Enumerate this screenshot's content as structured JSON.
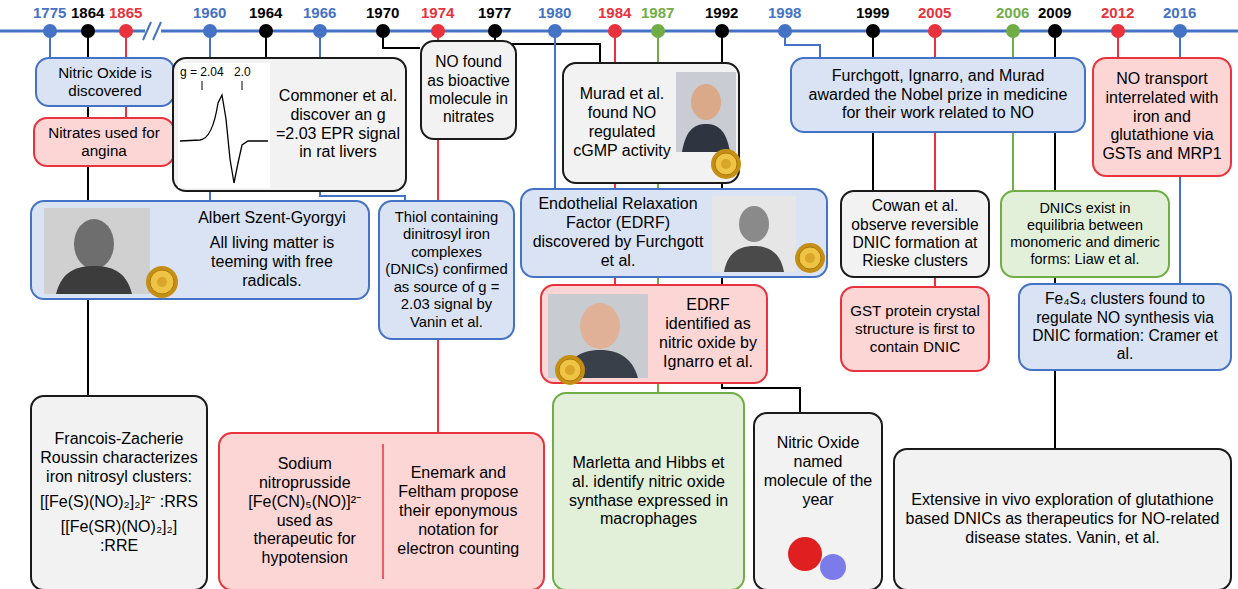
{
  "diagram": {
    "nodes": [
      {
        "text": [
          "Nitric Oxide is discovered"
        ]
      },
      {
        "text": [
          "Nitrates used for angina"
        ]
      },
      {
        "text": [
          "Commoner et al. discover an g =2.03 EPR signal in rat livers"
        ]
      },
      {
        "text": [
          "Albert Szent-Gyorgyi",
          "All living matter is teeming with free radicals."
        ]
      },
      {
        "text": [
          "Thiol containing dinitrosyl iron complexes (DNICs) confirmed as source of g = 2.03 signal by Vanin et al."
        ]
      },
      {
        "text": [
          "NO found as bioactive molecule in nitrates"
        ]
      },
      {
        "text": [
          "Murad et al. found NO regulated cGMP activity"
        ]
      },
      {
        "text": [
          "Endothelial Relaxation Factor (EDRF) discovered by Furchgott et al."
        ]
      },
      {
        "text": [
          "EDRF identified as nitric oxide by Ignarro et al."
        ]
      },
      {
        "text": [
          "Francois-Zacherie Roussin characterizes iron nitrosyl clusters:",
          "[[Fe(S)(NO)₂]₂]²⁻ :RRS",
          "[[Fe(SR)(NO)₂]₂] :RRE"
        ]
      },
      {
        "text": [
          "Sodium nitroprusside [Fe(CN)₅(NO)]²⁻ used as therapeutic for hypotension",
          "Enemark and Feltham propose their eponymous notation for electron counting"
        ]
      },
      {
        "text": [
          "Marletta and Hibbs et al. identify nitric oxide synthase expressed in macrophages"
        ]
      },
      {
        "text": [
          "Furchgott, Ignarro, and Murad awarded the Nobel prize in medicine for their work related to NO"
        ]
      },
      {
        "text": [
          "Cowan et al. observe reversible DNIC formation at Rieske clusters"
        ]
      },
      {
        "text": [
          "GST protein crystal structure is first to contain DNIC"
        ]
      },
      {
        "text": [
          "Nitric Oxide named molecule of the year"
        ]
      },
      {
        "text": [
          "DNICs exist in equilibria between monomeric and dimeric forms: Liaw et al."
        ]
      },
      {
        "text": [
          "NO transport interrelated with iron and glutathione via GSTs and MRP1"
        ]
      },
      {
        "text": [
          "Fe₄S₄ clusters found to regulate NO synthesis via DNIC formation: Cramer et al."
        ]
      },
      {
        "text": [
          "Extensive in vivo exploration of glutathione based DNICs as therapeutics for NO-related disease states. Vanin, et al."
        ]
      }
    ],
    "labels": [
      "1775",
      "1864",
      "1865",
      "1960",
      "1964",
      "1966",
      "1970",
      "1974",
      "1977",
      "1980",
      "1984",
      "1987",
      "1992",
      "1998",
      "1999",
      "2005",
      "2006",
      "2009",
      "2012",
      "2016",
      "g = 2.04",
      "2.0"
    ]
  }
}
